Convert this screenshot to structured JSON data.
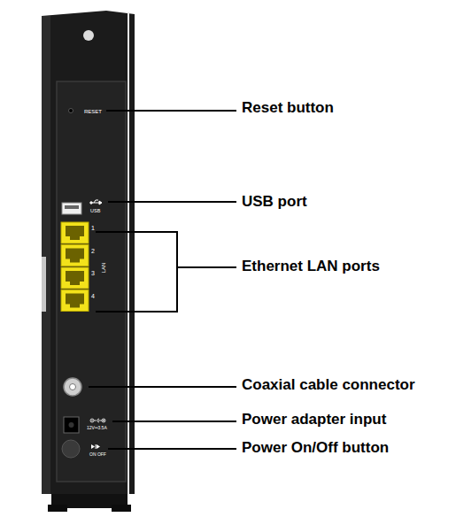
{
  "diagram": {
    "labels": [
      "RESET",
      "USB",
      "1",
      "2",
      "3",
      "4",
      "LAN",
      "12V═3.5A",
      "ON OFF",
      "Reset button",
      "USB port",
      "Ethernet LAN ports",
      "Coaxial cable connector",
      "Power adapter input",
      "Power On/Off button"
    ]
  }
}
